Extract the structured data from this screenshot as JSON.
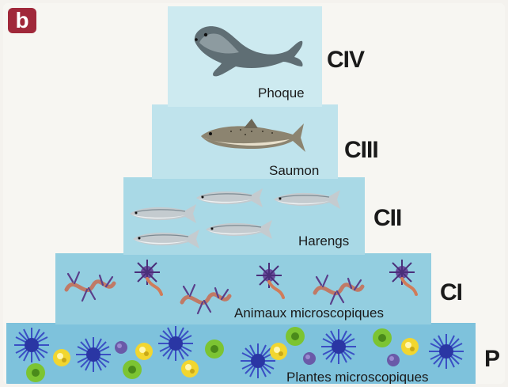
{
  "badge": "b",
  "levels": [
    {
      "code": "CIV",
      "name": "Phoque",
      "icon": "seal-icon"
    },
    {
      "code": "CIII",
      "name": "Saumon",
      "icon": "salmon-icon"
    },
    {
      "code": "CII",
      "name": "Harengs",
      "icon": "herring-icon"
    },
    {
      "code": "CI",
      "name": "Animaux microscopiques",
      "icon": "zooplankton-icon"
    },
    {
      "code": "P",
      "name": "Plantes microscopiques",
      "icon": "phytoplankton-icon"
    }
  ],
  "colors": {
    "badge": "#a0283a",
    "civ_bg": "#cdeaf0",
    "ciii_bg": "#bfe3ec",
    "cii_bg": "#a9d9e6",
    "ci_bg": "#93cee0",
    "p_bg": "#7ec2dc"
  }
}
